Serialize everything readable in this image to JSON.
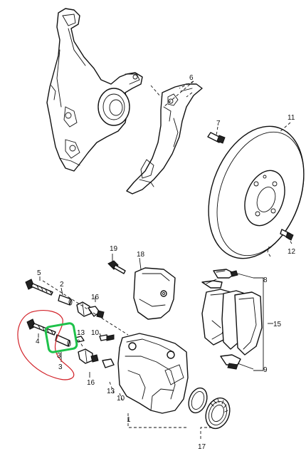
{
  "labels": {
    "n1": "1",
    "n2": "2",
    "n3a": "3",
    "n3b": "3",
    "n4": "4",
    "n5": "5",
    "n6": "6",
    "n7": "7",
    "n8": "8",
    "n9": "9",
    "n10a": "10",
    "n10b": "10",
    "n11": "11",
    "n12": "12",
    "n13a": "13",
    "n13b": "13",
    "n15": "15",
    "n16a": "16",
    "n16b": "16",
    "n17": "17",
    "n18": "18",
    "n19": "19"
  },
  "annotations": {
    "green_box_color": "#1ec24a",
    "red_outline_color": "#d2232a"
  }
}
